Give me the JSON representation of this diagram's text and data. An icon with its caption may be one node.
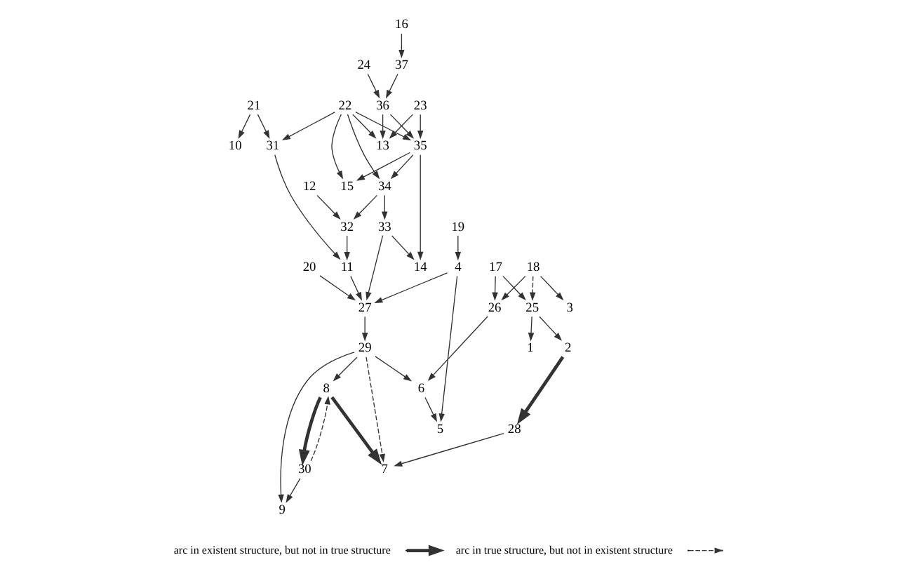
{
  "diagram": {
    "nodes": [
      {
        "text": [
          "1"
        ]
      },
      {
        "text": [
          "2"
        ]
      },
      {
        "text": [
          "3"
        ]
      },
      {
        "text": [
          "4"
        ]
      },
      {
        "text": [
          "5"
        ]
      },
      {
        "text": [
          "6"
        ]
      },
      {
        "text": [
          "7"
        ]
      },
      {
        "text": [
          "8"
        ]
      },
      {
        "text": [
          "9"
        ]
      },
      {
        "text": [
          "10"
        ]
      },
      {
        "text": [
          "11"
        ]
      },
      {
        "text": [
          "12"
        ]
      },
      {
        "text": [
          "13"
        ]
      },
      {
        "text": [
          "14"
        ]
      },
      {
        "text": [
          "15"
        ]
      },
      {
        "text": [
          "16"
        ]
      },
      {
        "text": [
          "17"
        ]
      },
      {
        "text": [
          "18"
        ]
      },
      {
        "text": [
          "19"
        ]
      },
      {
        "text": [
          "20"
        ]
      },
      {
        "text": [
          "21"
        ]
      },
      {
        "text": [
          "22"
        ]
      },
      {
        "text": [
          "23"
        ]
      },
      {
        "text": [
          "24"
        ]
      },
      {
        "text": [
          "25"
        ]
      },
      {
        "text": [
          "26"
        ]
      },
      {
        "text": [
          "27"
        ]
      },
      {
        "text": [
          "28"
        ]
      },
      {
        "text": [
          "29"
        ]
      },
      {
        "text": [
          "30"
        ]
      },
      {
        "text": [
          "31"
        ]
      },
      {
        "text": [
          "32"
        ]
      },
      {
        "text": [
          "33"
        ]
      },
      {
        "text": [
          "34"
        ]
      },
      {
        "text": [
          "35"
        ]
      },
      {
        "text": [
          "36"
        ]
      },
      {
        "text": [
          "37"
        ]
      }
    ],
    "edges": [
      {
        "from": 16,
        "to": 24,
        "arrow": "to"
      },
      {
        "from": 16,
        "to": 25,
        "arrow": "to"
      },
      {
        "from": 24,
        "to": 0,
        "arrow": "to"
      },
      {
        "from": 24,
        "to": 1,
        "arrow": "to"
      },
      {
        "from": 17,
        "to": 24,
        "arrow": "to",
        "style": "dashed"
      },
      {
        "from": 17,
        "to": 25,
        "arrow": "to"
      },
      {
        "from": 17,
        "to": 2,
        "arrow": "to"
      },
      {
        "from": 25,
        "to": 5,
        "arrow": "to"
      },
      {
        "from": 1,
        "to": 27,
        "arrow": "to",
        "style": "thick"
      },
      {
        "from": 5,
        "to": 4,
        "arrow": "to"
      },
      {
        "from": 18,
        "to": 3,
        "arrow": "to"
      },
      {
        "from": 3,
        "to": 4,
        "arrow": "to"
      },
      {
        "from": 3,
        "to": 26,
        "arrow": "to"
      },
      {
        "from": 19,
        "to": 26,
        "arrow": "to"
      },
      {
        "from": 20,
        "to": 9,
        "arrow": "to"
      },
      {
        "from": 20,
        "to": 30,
        "arrow": "to"
      },
      {
        "from": 21,
        "to": 30,
        "arrow": "to"
      },
      {
        "from": 30,
        "to": 10,
        "arrow": "to"
      },
      {
        "from": 11,
        "to": 31,
        "arrow": "to"
      },
      {
        "from": 31,
        "to": 10,
        "arrow": "to"
      },
      {
        "from": 10,
        "to": 26,
        "arrow": "to"
      },
      {
        "from": 32,
        "to": 26,
        "arrow": "to"
      },
      {
        "from": 26,
        "to": 28,
        "arrow": "to"
      },
      {
        "from": 28,
        "to": 5,
        "arrow": "to"
      },
      {
        "from": 28,
        "to": 6,
        "arrow": "to",
        "style": "dashed"
      },
      {
        "from": 28,
        "to": 7,
        "arrow": "to"
      },
      {
        "from": 28,
        "to": 8,
        "arrow": "to"
      },
      {
        "from": 27,
        "to": 6,
        "arrow": "to"
      },
      {
        "from": 7,
        "to": 6,
        "arrow": "to",
        "style": "thick"
      },
      {
        "from": 7,
        "to": 29,
        "arrow": "to",
        "style": "thick"
      },
      {
        "from": 29,
        "to": 7,
        "arrow": "to",
        "style": "dashed"
      },
      {
        "from": 29,
        "to": 8,
        "arrow": "to"
      },
      {
        "from": 21,
        "to": 12,
        "arrow": "to"
      },
      {
        "from": 21,
        "to": 14,
        "arrow": "to"
      },
      {
        "from": 21,
        "to": 33,
        "arrow": "to"
      },
      {
        "from": 21,
        "to": 34,
        "arrow": "to"
      },
      {
        "from": 34,
        "to": 14,
        "arrow": "to"
      },
      {
        "from": 34,
        "to": 33,
        "arrow": "to"
      },
      {
        "from": 33,
        "to": 31,
        "arrow": "to"
      },
      {
        "from": 33,
        "to": 32,
        "arrow": "to"
      },
      {
        "from": 32,
        "to": 13,
        "arrow": "to"
      },
      {
        "from": 34,
        "to": 13,
        "arrow": "to"
      },
      {
        "from": 22,
        "to": 12,
        "arrow": "to"
      },
      {
        "from": 22,
        "to": 34,
        "arrow": "to"
      },
      {
        "from": 35,
        "to": 12,
        "arrow": "to"
      },
      {
        "from": 23,
        "to": 35,
        "arrow": "to"
      },
      {
        "from": 35,
        "to": 34,
        "arrow": "to"
      },
      {
        "from": 36,
        "to": 35,
        "arrow": "to"
      },
      {
        "from": 15,
        "to": 36,
        "arrow": "to"
      }
    ],
    "legend": [
      {
        "text": "arc in existent structure, but not in true structure"
      },
      {
        "text": "arc in true structure, but not in existent structure"
      }
    ]
  }
}
